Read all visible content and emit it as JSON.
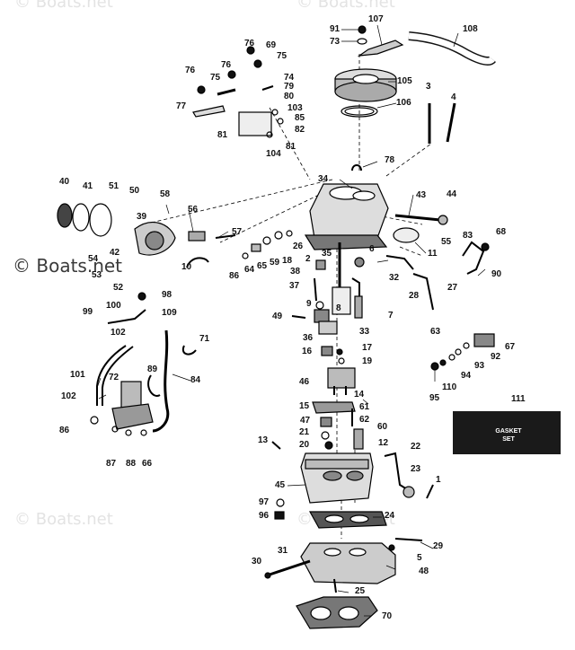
{
  "watermarks": {
    "text": "© Boats.net",
    "corner_text": "© Boats.net"
  },
  "callouts": [
    {
      "n": "91"
    },
    {
      "n": "73"
    },
    {
      "n": "107"
    },
    {
      "n": "108"
    },
    {
      "n": "76"
    },
    {
      "n": "69"
    },
    {
      "n": "75"
    },
    {
      "n": "76"
    },
    {
      "n": "76"
    },
    {
      "n": "74"
    },
    {
      "n": "75"
    },
    {
      "n": "79"
    },
    {
      "n": "80"
    },
    {
      "n": "77"
    },
    {
      "n": "103"
    },
    {
      "n": "85"
    },
    {
      "n": "82"
    },
    {
      "n": "81"
    },
    {
      "n": "81"
    },
    {
      "n": "104"
    },
    {
      "n": "105"
    },
    {
      "n": "3"
    },
    {
      "n": "4"
    },
    {
      "n": "106"
    },
    {
      "n": "78"
    },
    {
      "n": "34"
    },
    {
      "n": "40"
    },
    {
      "n": "41"
    },
    {
      "n": "51"
    },
    {
      "n": "50"
    },
    {
      "n": "58"
    },
    {
      "n": "39"
    },
    {
      "n": "56"
    },
    {
      "n": "43"
    },
    {
      "n": "44"
    },
    {
      "n": "54"
    },
    {
      "n": "42"
    },
    {
      "n": "53"
    },
    {
      "n": "57"
    },
    {
      "n": "52"
    },
    {
      "n": "10"
    },
    {
      "n": "86"
    },
    {
      "n": "64"
    },
    {
      "n": "65"
    },
    {
      "n": "59"
    },
    {
      "n": "18"
    },
    {
      "n": "26"
    },
    {
      "n": "2"
    },
    {
      "n": "35"
    },
    {
      "n": "6"
    },
    {
      "n": "55"
    },
    {
      "n": "11"
    },
    {
      "n": "83"
    },
    {
      "n": "68"
    },
    {
      "n": "90"
    },
    {
      "n": "32"
    },
    {
      "n": "28"
    },
    {
      "n": "27"
    },
    {
      "n": "38"
    },
    {
      "n": "37"
    },
    {
      "n": "98"
    },
    {
      "n": "9"
    },
    {
      "n": "33"
    },
    {
      "n": "7"
    },
    {
      "n": "99"
    },
    {
      "n": "100"
    },
    {
      "n": "109"
    },
    {
      "n": "49"
    },
    {
      "n": "8"
    },
    {
      "n": "63"
    },
    {
      "n": "102"
    },
    {
      "n": "71"
    },
    {
      "n": "36"
    },
    {
      "n": "16"
    },
    {
      "n": "17"
    },
    {
      "n": "19"
    },
    {
      "n": "67"
    },
    {
      "n": "92"
    },
    {
      "n": "93"
    },
    {
      "n": "94"
    },
    {
      "n": "101"
    },
    {
      "n": "89"
    },
    {
      "n": "84"
    },
    {
      "n": "72"
    },
    {
      "n": "46"
    },
    {
      "n": "14"
    },
    {
      "n": "110"
    },
    {
      "n": "95"
    },
    {
      "n": "102"
    },
    {
      "n": "15"
    },
    {
      "n": "61"
    },
    {
      "n": "62"
    },
    {
      "n": "111"
    },
    {
      "n": "86"
    },
    {
      "n": "47"
    },
    {
      "n": "21"
    },
    {
      "n": "60"
    },
    {
      "n": "20"
    },
    {
      "n": "12"
    },
    {
      "n": "13"
    },
    {
      "n": "87"
    },
    {
      "n": "88"
    },
    {
      "n": "66"
    },
    {
      "n": "22"
    },
    {
      "n": "23"
    },
    {
      "n": "45"
    },
    {
      "n": "1"
    },
    {
      "n": "97"
    },
    {
      "n": "96"
    },
    {
      "n": "24"
    },
    {
      "n": "29"
    },
    {
      "n": "5"
    },
    {
      "n": "31"
    },
    {
      "n": "48"
    },
    {
      "n": "30"
    },
    {
      "n": "25"
    },
    {
      "n": "70"
    }
  ],
  "gasket_set": {
    "label": "GASKET\nSET"
  }
}
